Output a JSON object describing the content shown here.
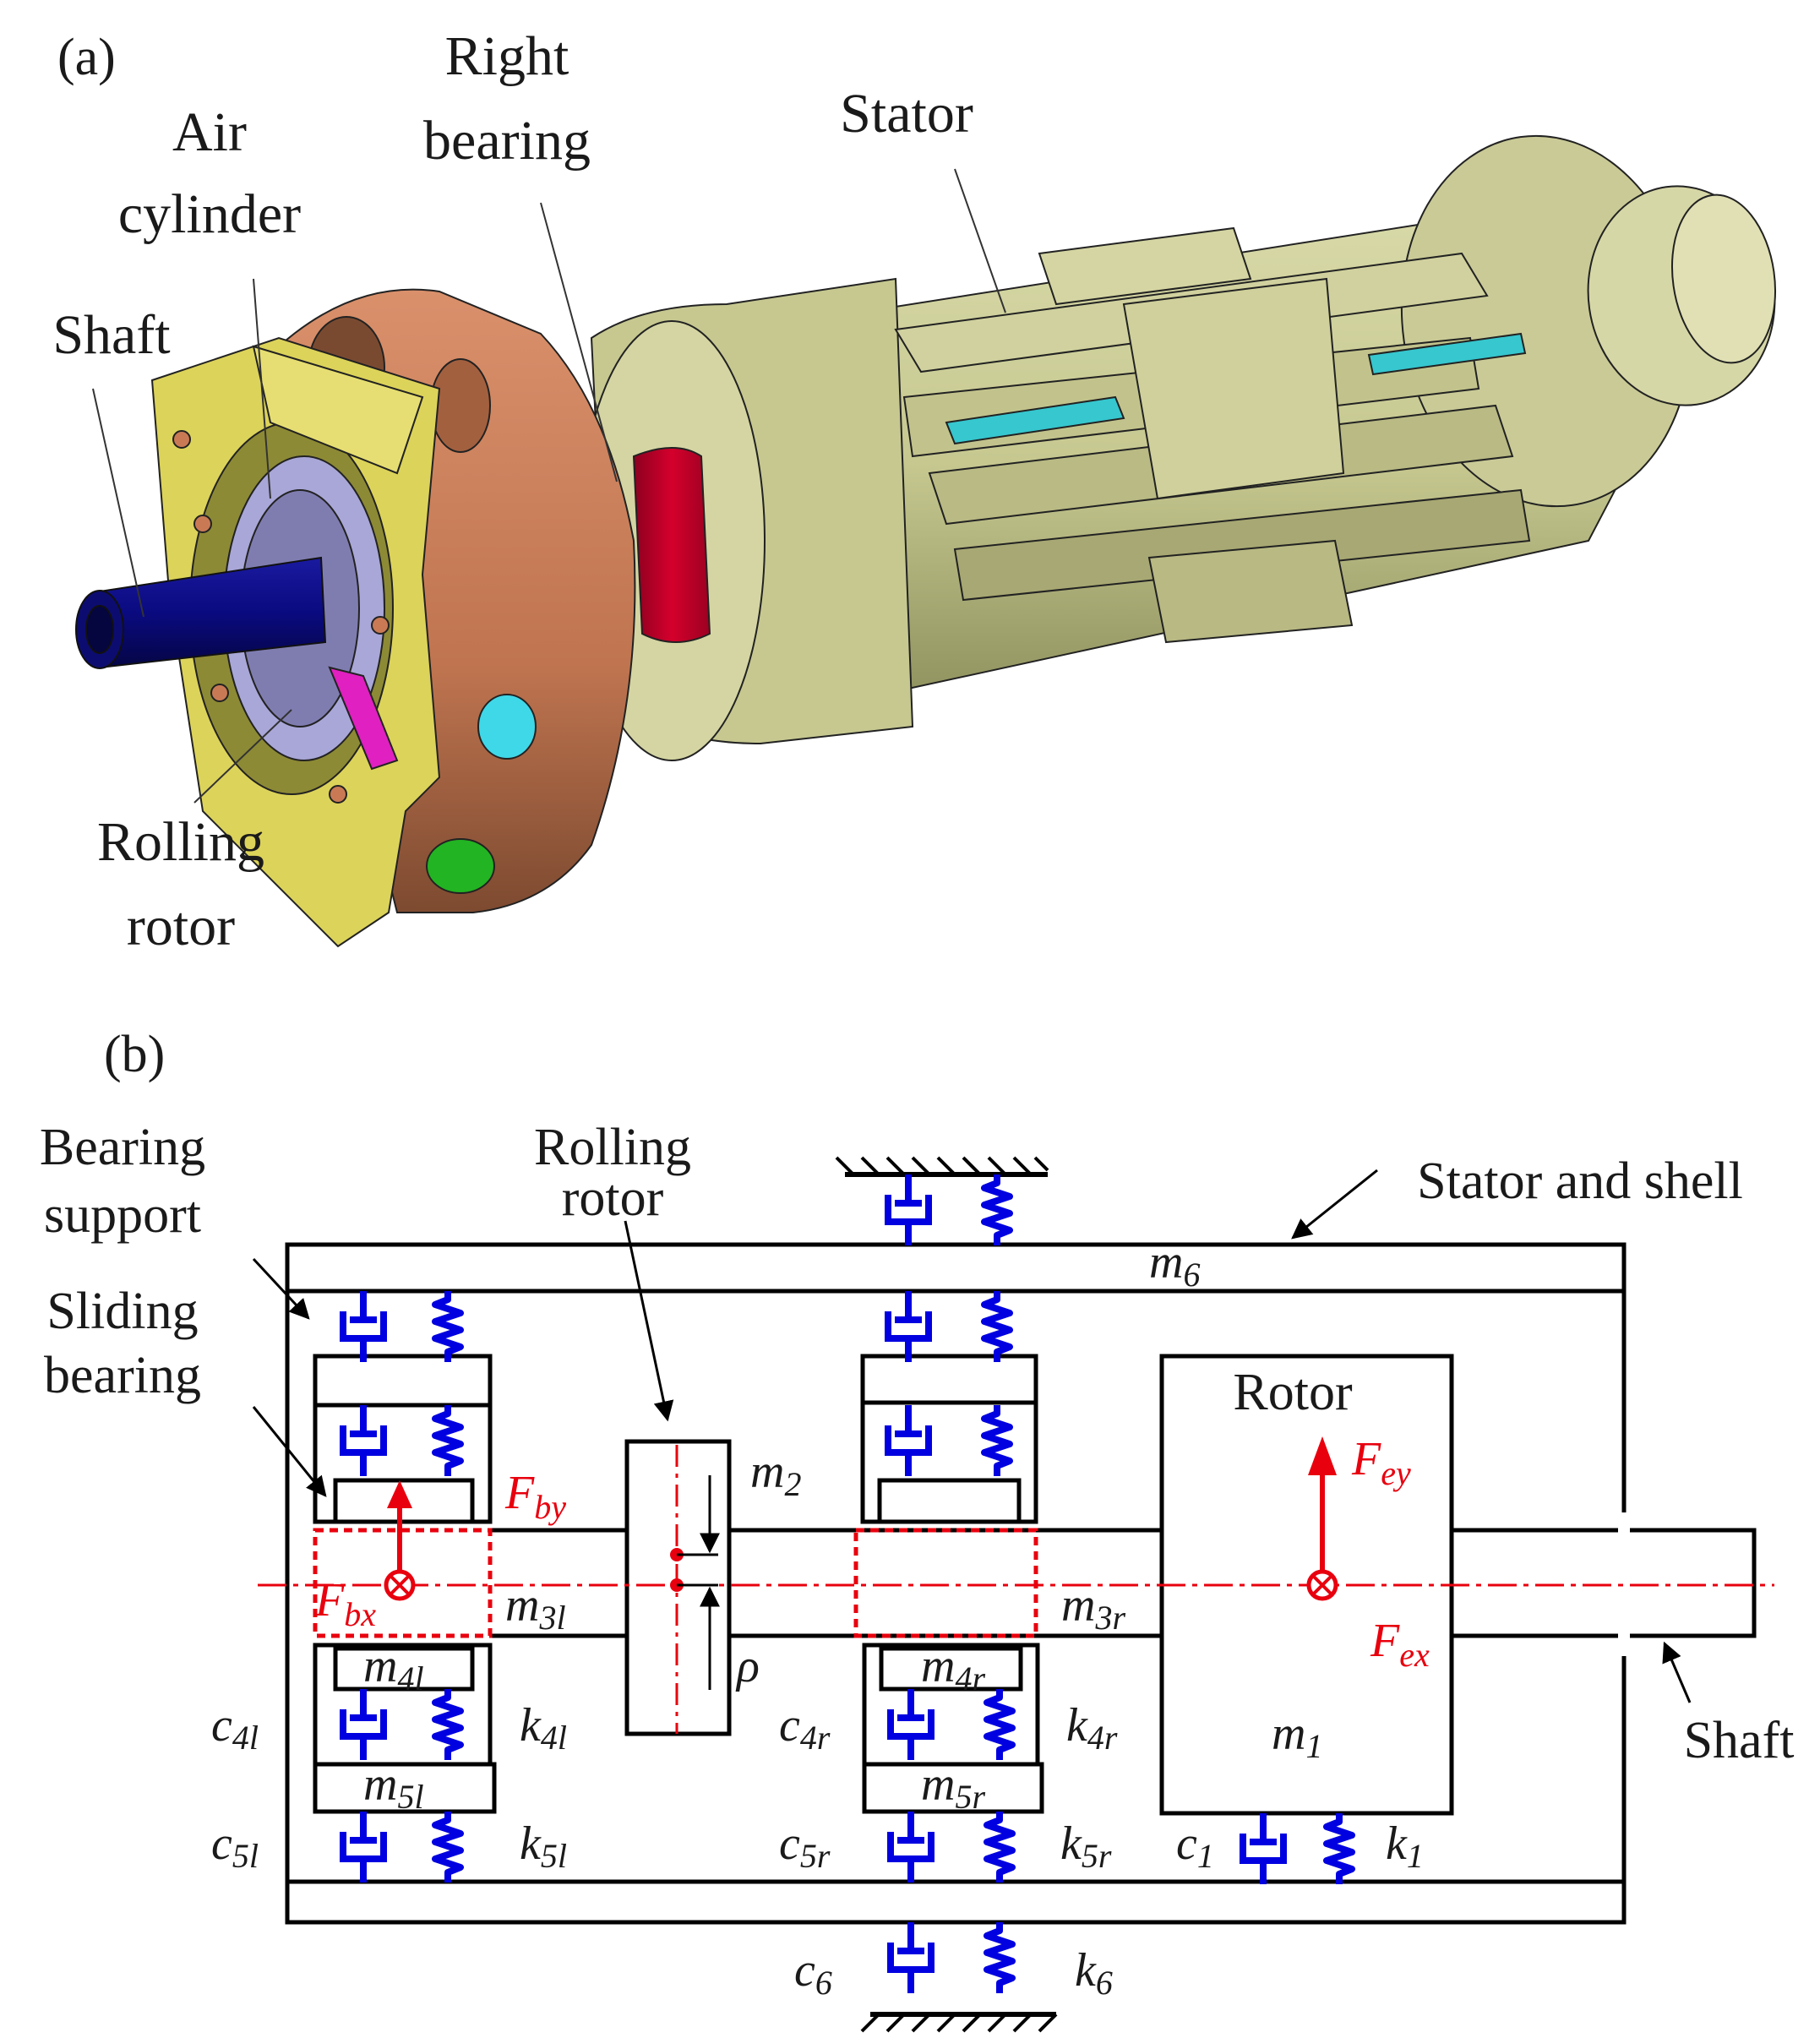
{
  "panel_a": {
    "label": "(a)",
    "callouts": {
      "air_l1": "Air",
      "air_l2": "cylinder",
      "right_l1": "Right",
      "right_l2": "bearing",
      "stator": "Stator",
      "shaft": "Shaft",
      "rolling_l1": "Rolling",
      "rolling_l2": "rotor"
    }
  },
  "panel_b": {
    "label": "(b)",
    "callouts": {
      "bearing_support_l1": "Bearing",
      "bearing_support_l2": "support",
      "sliding_l1": "Sliding",
      "sliding_l2": "bearing",
      "rolling_l1": "Rolling",
      "rolling_l2": "rotor",
      "stator_shell": "Stator and shell",
      "shaft": "Shaft",
      "rotor": "Rotor"
    },
    "masses": {
      "m1": "m",
      "m1_sub": "1",
      "m2": "m",
      "m2_sub": "2",
      "m3l": "m",
      "m3l_sub": "3l",
      "m3r": "m",
      "m3r_sub": "3r",
      "m4l": "m",
      "m4l_sub": "4l",
      "m4r": "m",
      "m4r_sub": "4r",
      "m5l": "m",
      "m5l_sub": "5l",
      "m5r": "m",
      "m5r_sub": "5r",
      "m6": "m",
      "m6_sub": "6"
    },
    "elements": {
      "c4l": "c",
      "c4l_sub": "4l",
      "k4l": "k",
      "k4l_sub": "4l",
      "c5l": "c",
      "c5l_sub": "5l",
      "k5l": "k",
      "k5l_sub": "5l",
      "c4r": "c",
      "c4r_sub": "4r",
      "k4r": "k",
      "k4r_sub": "4r",
      "c5r": "c",
      "c5r_sub": "5r",
      "k5r": "k",
      "k5r_sub": "5r",
      "c1": "c",
      "c1_sub": "1",
      "k1": "k",
      "k1_sub": "1",
      "c6": "c",
      "c6_sub": "6",
      "k6": "k",
      "k6_sub": "6"
    },
    "forces": {
      "fby": "F",
      "fby_sub": "by",
      "fbx": "F",
      "fbx_sub": "bx",
      "fey": "F",
      "fey_sub": "ey",
      "fex": "F",
      "fex_sub": "ex"
    },
    "rho": "ρ"
  },
  "colors": {
    "flange": "#c97a55",
    "housing_yellow": "#dcd35a",
    "stator": "#c6c890",
    "shaft_blue": "#0a0a80",
    "spring_blue": "#0000e0",
    "force_red": "#e8000e",
    "inner_ring": "#a9a7d8",
    "red_bearing": "#c4002a"
  }
}
